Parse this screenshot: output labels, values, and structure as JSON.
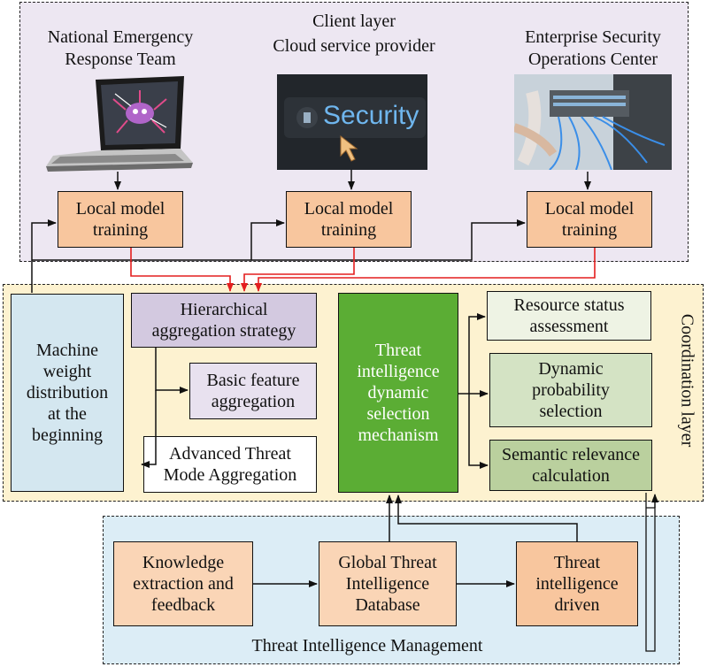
{
  "client_layer": {
    "title": "Client layer",
    "clients": [
      {
        "name": "National Emergency\nResponse Team",
        "image": "laptop-virus-icon",
        "node": "Local model\ntraining"
      },
      {
        "name": "Cloud service provider",
        "image": "security-key-icon",
        "node": "Local model\ntraining"
      },
      {
        "name": "Enterprise Security\nOperations Center",
        "image": "server-rack-icon",
        "node": "Local model\ntraining"
      }
    ],
    "security_key_text": "Security"
  },
  "coordination_layer": {
    "title": "Coordination layer",
    "machine_weight": "Machine\nweight\ndistribution\nat the\nbeginning",
    "hierarchical": "Hierarchical\naggregation strategy",
    "basic": "Basic feature\naggregation",
    "advanced": "Advanced Threat\nMode Aggregation",
    "mechanism": "Threat\nintelligence\ndynamic\nselection\nmechanism",
    "resource": "Resource status\nassessment",
    "dynamic": "Dynamic\nprobability\nselection",
    "semantic": "Semantic relevance\ncalculation"
  },
  "management_layer": {
    "title": "Threat Intelligence Management",
    "knowledge": "Knowledge\nextraction and\nfeedback",
    "database": "Global Threat\nIntelligence\nDatabase",
    "driven": "Threat\nintelligence\ndriven"
  },
  "colors": {
    "client_bg": "#ede7f2",
    "coord_bg": "#fdf2d0",
    "mgmt_bg": "#dcedf6",
    "arrow": "#111111",
    "red_arrow": "#e41e1e"
  }
}
